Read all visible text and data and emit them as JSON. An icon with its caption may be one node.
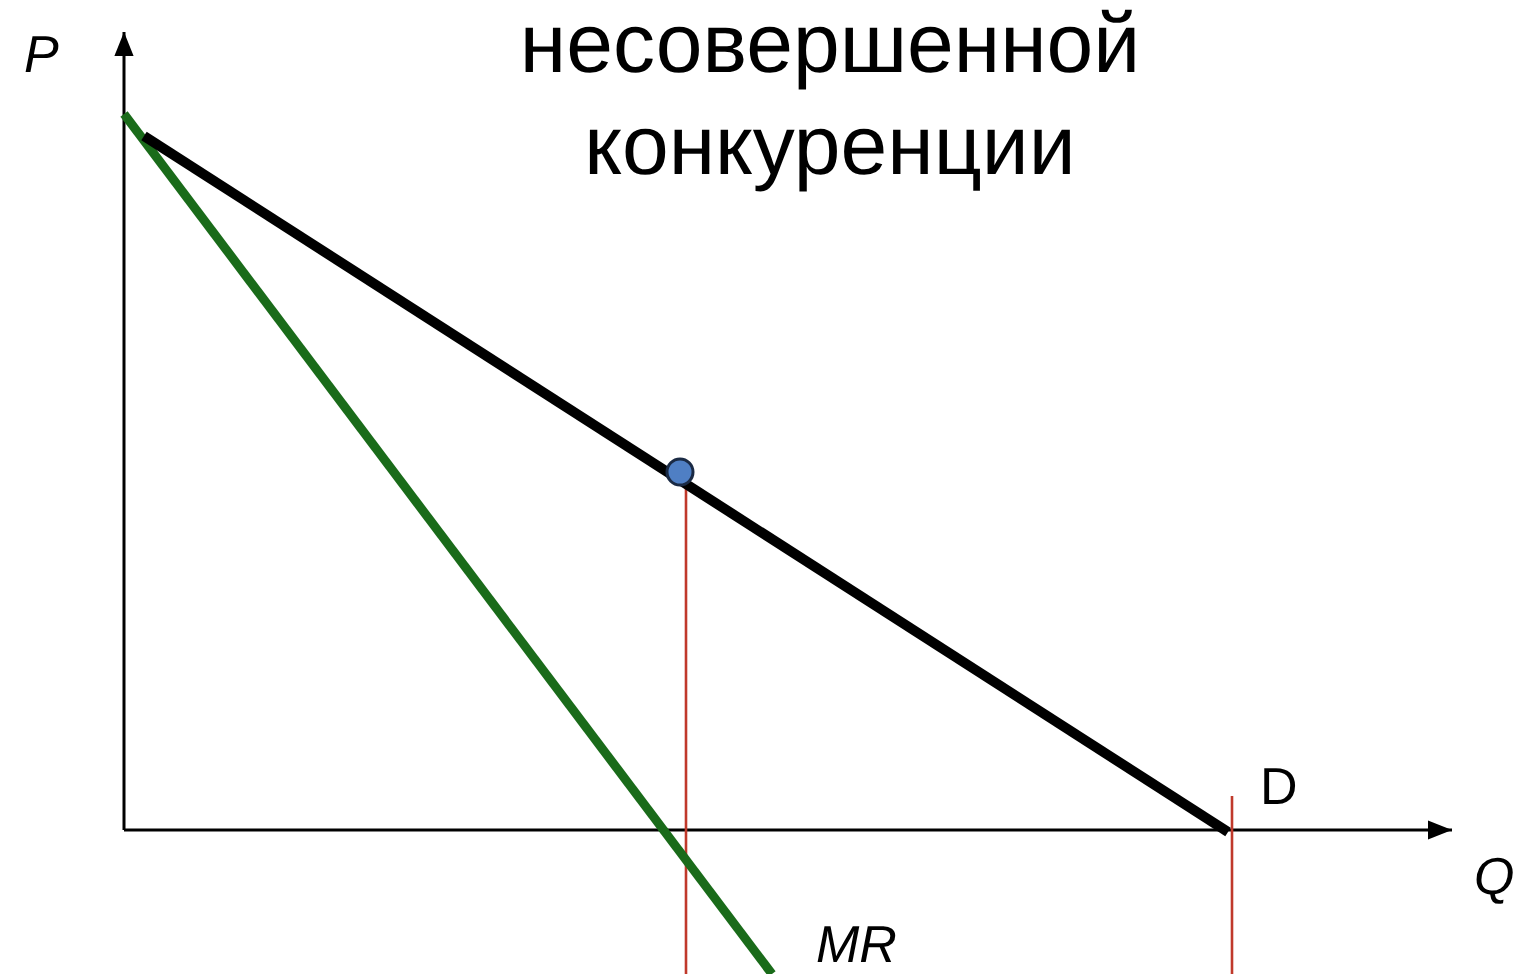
{
  "diagram": {
    "title": "несовершенной конкуренции",
    "labels": [
      "P",
      "Q",
      "D",
      "MR"
    ]
  }
}
